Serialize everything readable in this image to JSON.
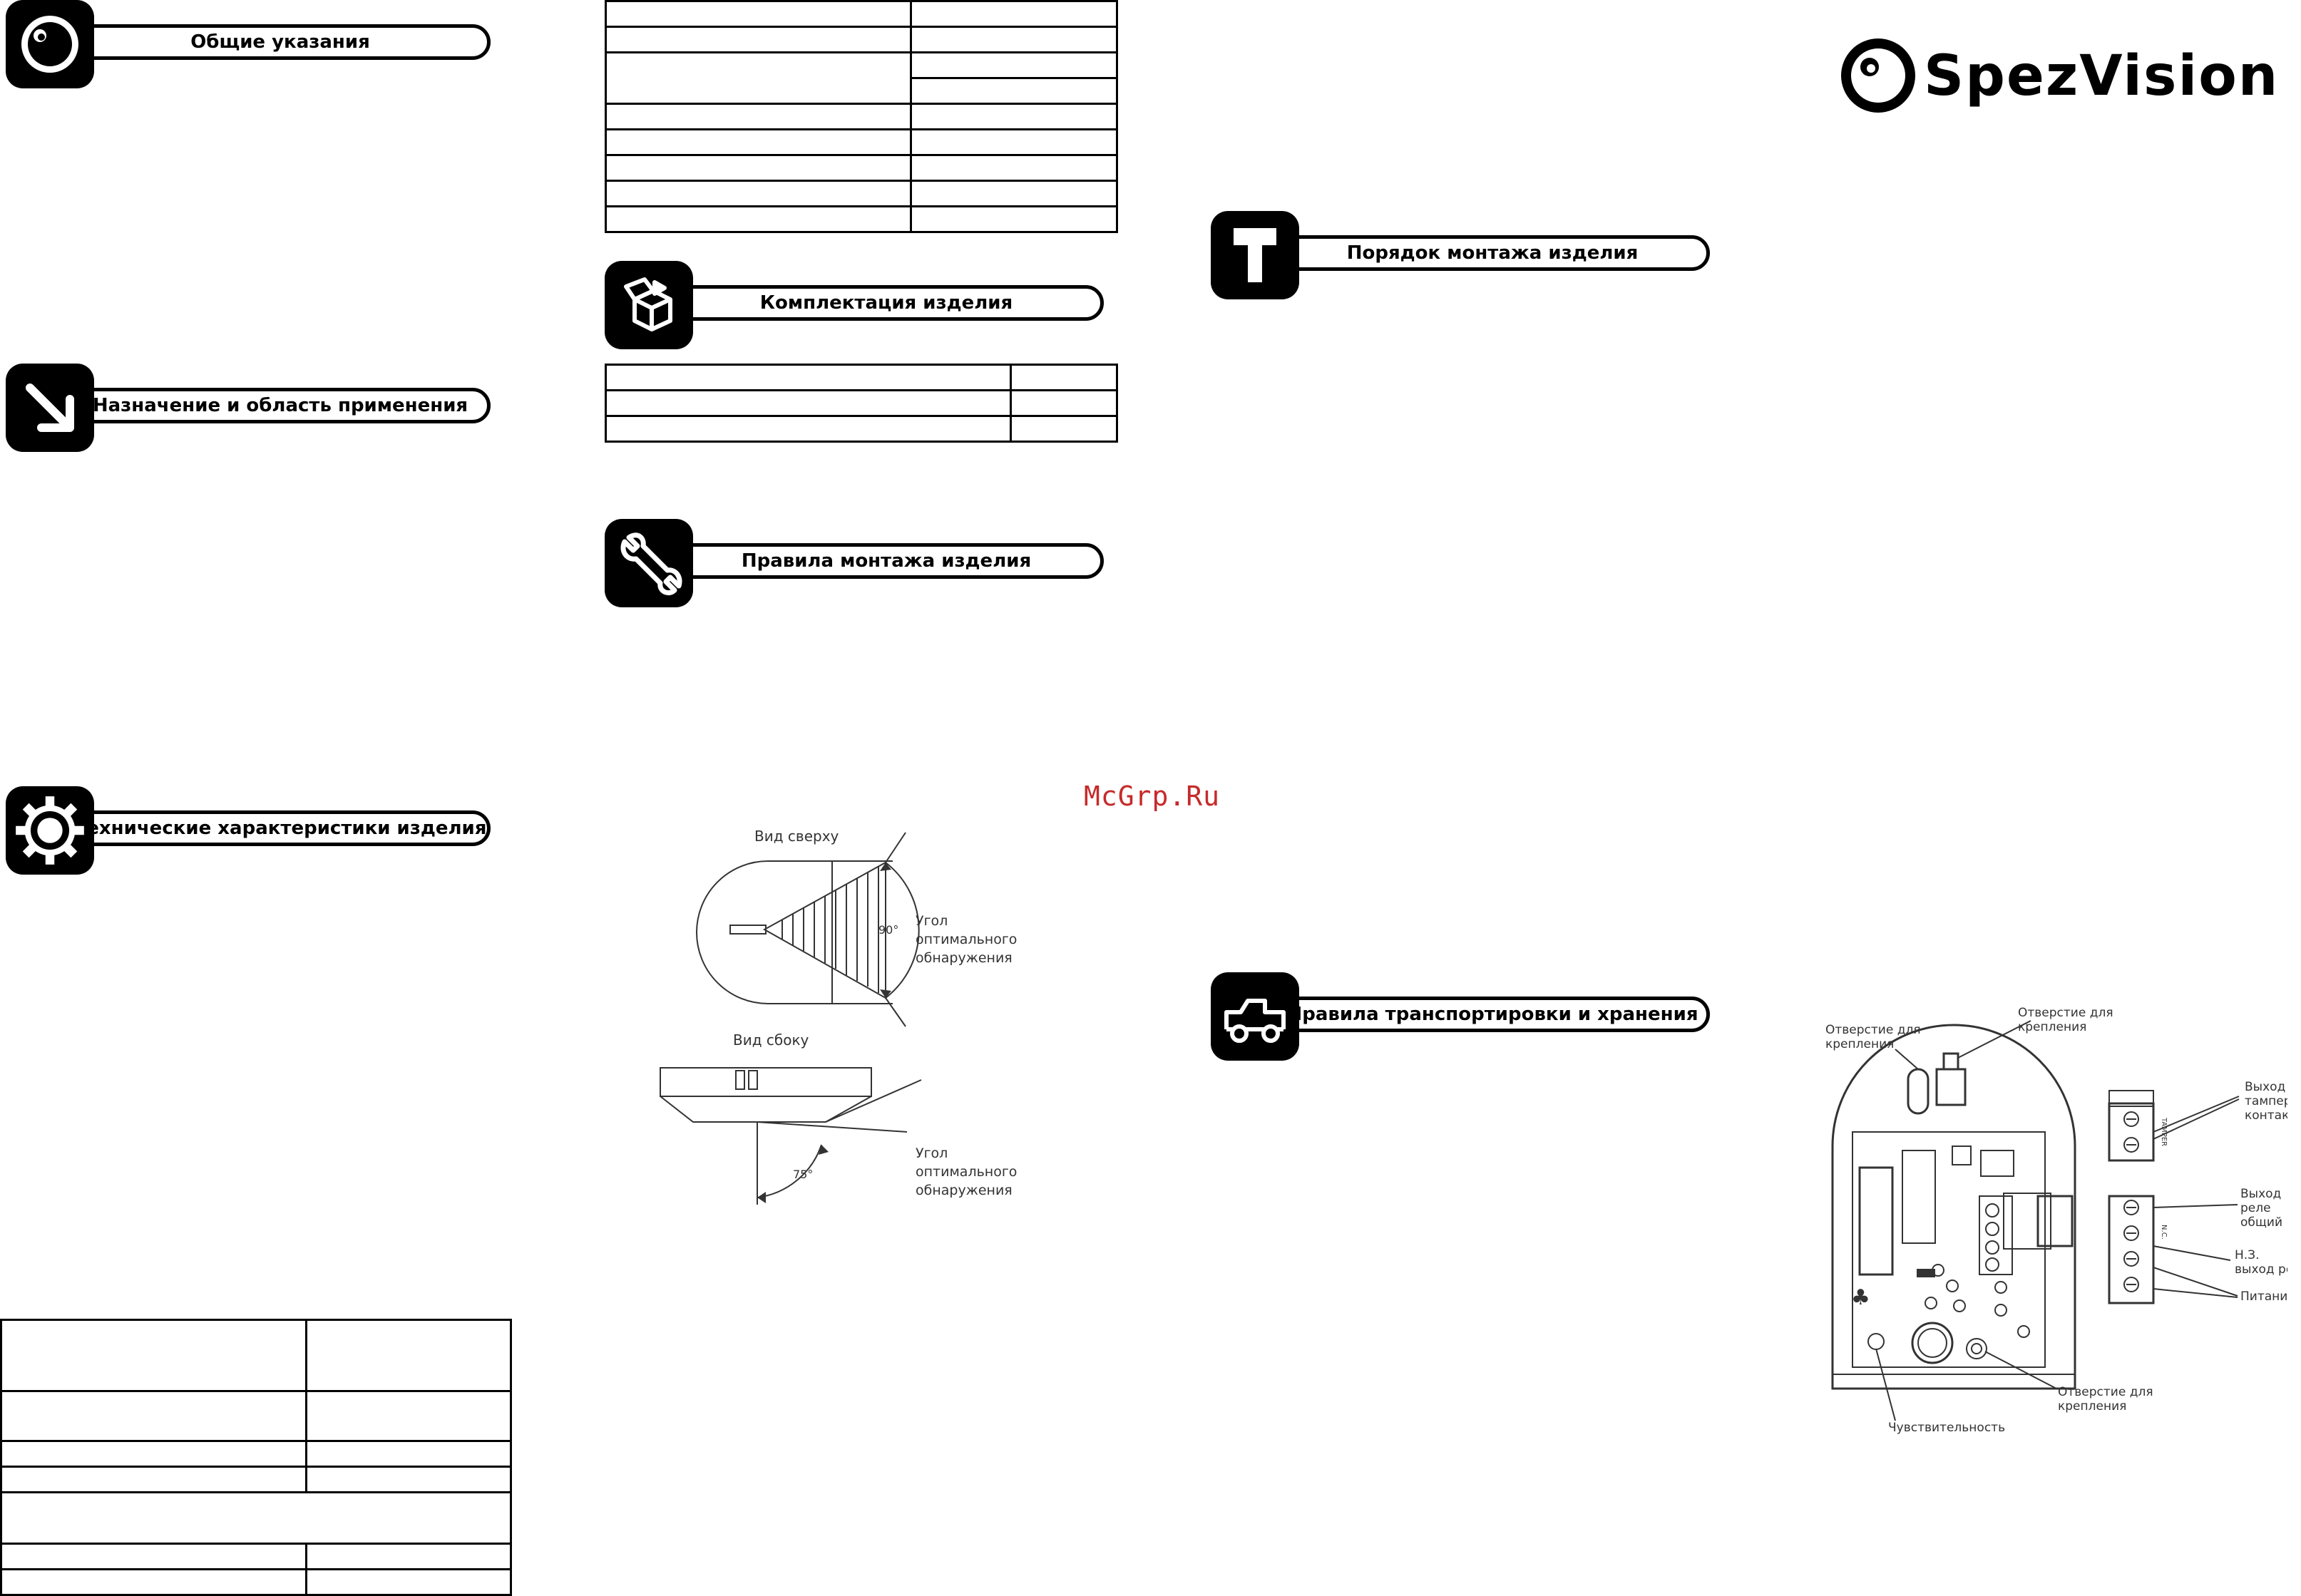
{
  "sections": {
    "general": "Общие указания",
    "purpose": "Назначение и область применения",
    "specs": "Технические характеристики изделия",
    "kit": "Комплектация изделия",
    "install_rules": "Правила монтажа изделия",
    "install_order": "Порядок монтажа изделия",
    "transport": "Правила транспортировки и хранения"
  },
  "watermark": "McGrp.Ru",
  "logo": {
    "text": "SpezVision"
  },
  "fig1": {
    "top_view": "Вид сверху",
    "angle_top": "90°",
    "side_view": "Вид сбоку",
    "angle_side": "75°",
    "optimal_label": [
      "Угол",
      "оптимального",
      "обнаружения"
    ]
  },
  "fig2": {
    "hole_top_left": [
      "Отверстие для",
      "крепления"
    ],
    "hole_top_right": [
      "Отверстие для",
      "крепления"
    ],
    "tamper": [
      "Выход",
      "тампер-",
      "контакта"
    ],
    "relay_common": [
      "Выход",
      "реле",
      "общий"
    ],
    "relay_nc": [
      "Н.З.",
      "выход реле"
    ],
    "power": "Питание",
    "hole_bottom": [
      "Отверстие для",
      "крепления"
    ],
    "sensitivity": "Чувствительность",
    "tamper_vertical": "TAMPER",
    "nc_vertical": "N.C."
  },
  "icons": {
    "general": "eye-icon",
    "purpose": "arrow-down-right-icon",
    "specs": "gear-icon",
    "kit": "box-icon",
    "install_rules": "wrench-icon",
    "install_order": "hammer-icon",
    "transport": "truck-icon"
  }
}
